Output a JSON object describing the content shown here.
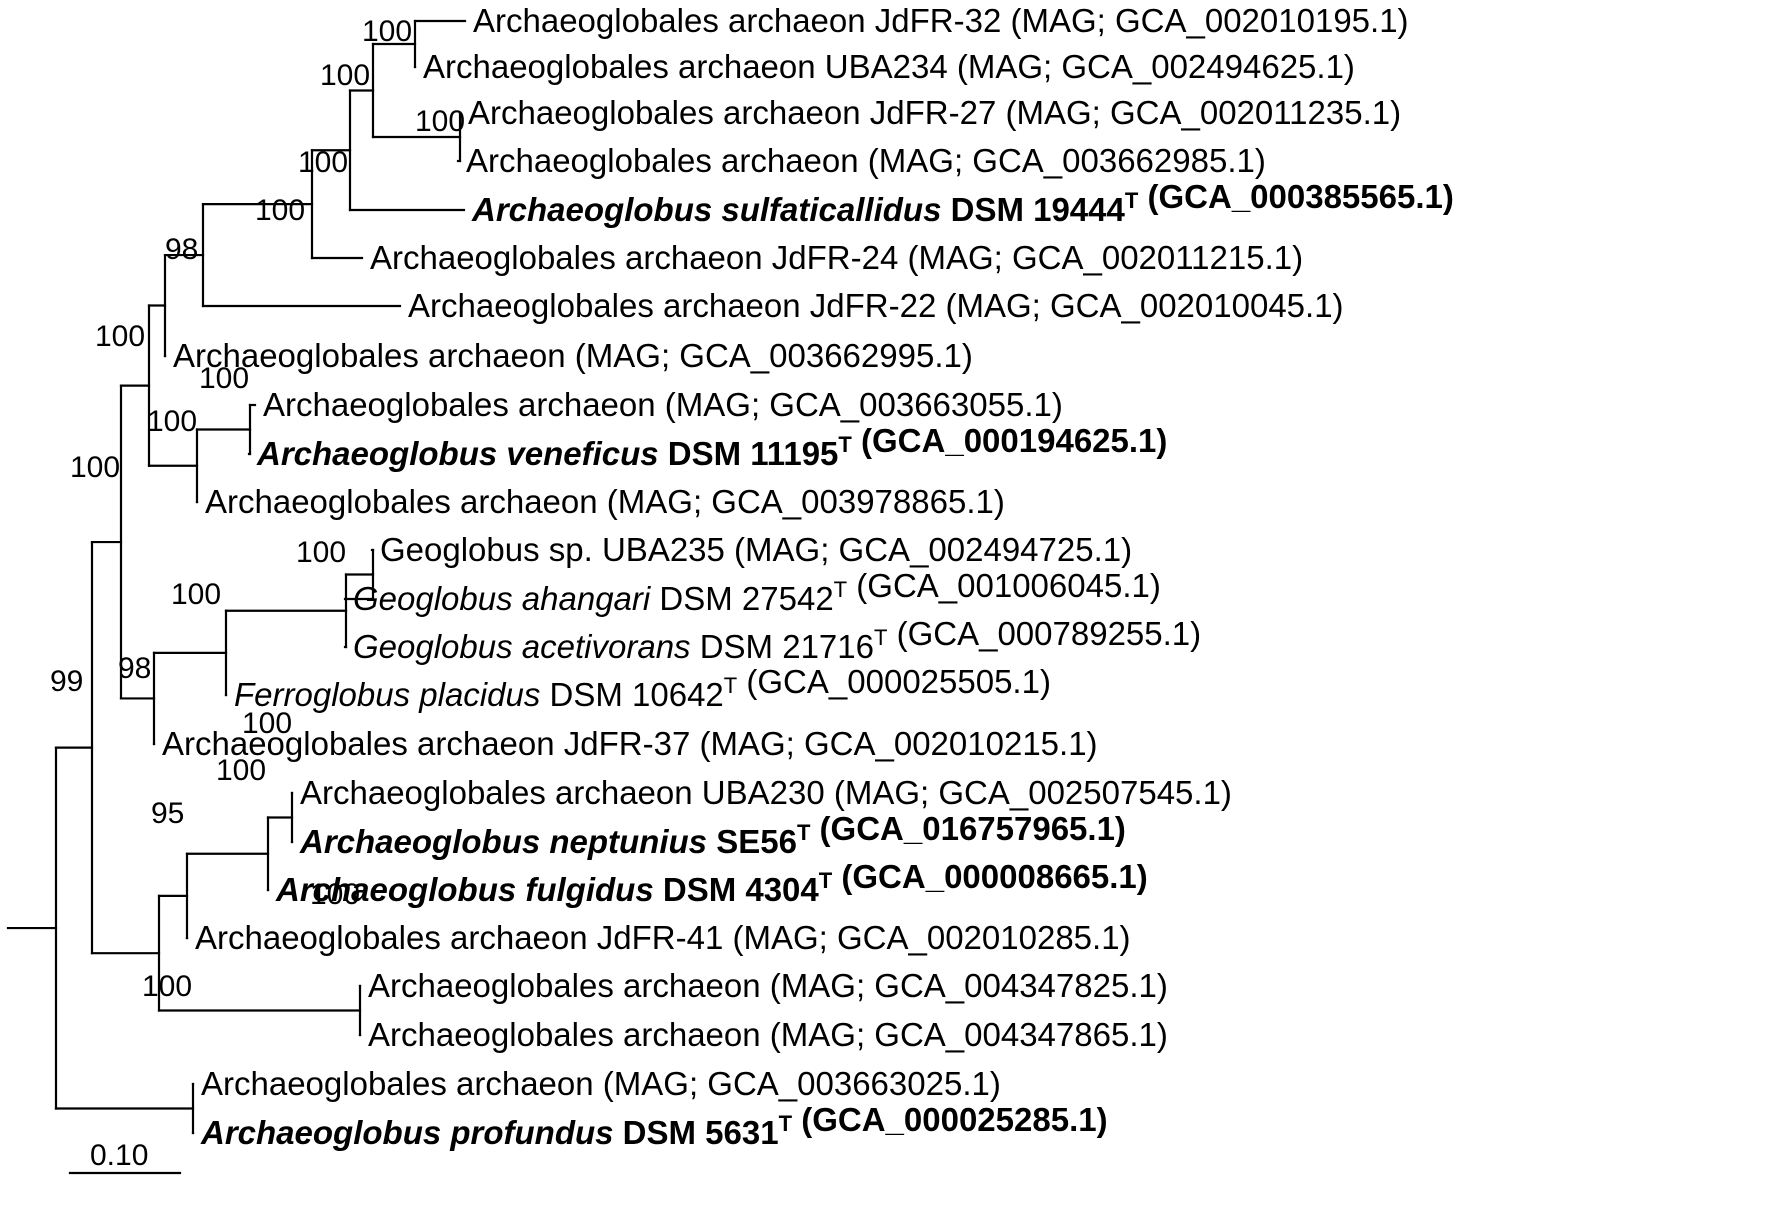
{
  "tree": {
    "leaves": [
      {
        "id": "L1",
        "bold": false,
        "parts": [
          {
            "t": "Archaeoglobales archaeon JdFR-32 (MAG; GCA_002010195.1)"
          }
        ]
      },
      {
        "id": "L2",
        "bold": false,
        "parts": [
          {
            "t": "Archaeoglobales archaeon UBA234 (MAG; GCA_002494625.1)"
          }
        ]
      },
      {
        "id": "L3",
        "bold": false,
        "parts": [
          {
            "t": "Archaeoglobales archaeon JdFR-27 (MAG; GCA_002011235.1)"
          }
        ]
      },
      {
        "id": "L4",
        "bold": false,
        "parts": [
          {
            "t": "Archaeoglobales archaeon (MAG; GCA_003662985.1)"
          }
        ]
      },
      {
        "id": "L5",
        "bold": true,
        "parts": [
          {
            "t": "Archaeoglobus sulfaticallidus",
            "i": true
          },
          {
            "t": " DSM 19444"
          },
          {
            "t": "T",
            "sup": true
          },
          {
            "t": " (GCA_000385565.1)"
          }
        ]
      },
      {
        "id": "L6",
        "bold": false,
        "parts": [
          {
            "t": "Archaeoglobales archaeon JdFR-24 (MAG; GCA_002011215.1)"
          }
        ]
      },
      {
        "id": "L7",
        "bold": false,
        "parts": [
          {
            "t": "Archaeoglobales archaeon JdFR-22 (MAG; GCA_002010045.1)"
          }
        ]
      },
      {
        "id": "L8",
        "bold": false,
        "parts": [
          {
            "t": "Archaeoglobales archaeon (MAG; GCA_003662995.1)"
          }
        ]
      },
      {
        "id": "L9",
        "bold": false,
        "parts": [
          {
            "t": "Archaeoglobales archaeon (MAG; GCA_003663055.1)"
          }
        ]
      },
      {
        "id": "L10",
        "bold": true,
        "parts": [
          {
            "t": "Archaeoglobus veneficus",
            "i": true
          },
          {
            "t": " DSM 11195"
          },
          {
            "t": "T",
            "sup": true
          },
          {
            "t": " (GCA_000194625.1)"
          }
        ]
      },
      {
        "id": "L11",
        "bold": false,
        "parts": [
          {
            "t": "Archaeoglobales archaeon (MAG; GCA_003978865.1)"
          }
        ]
      },
      {
        "id": "L12",
        "bold": false,
        "parts": [
          {
            "t": "Geoglobus sp. UBA235 (MAG; GCA_002494725.1)"
          }
        ]
      },
      {
        "id": "L13",
        "bold": false,
        "parts": [
          {
            "t": "Geoglobus ahangari",
            "i": true
          },
          {
            "t": " DSM 27542"
          },
          {
            "t": "T",
            "sup": true
          },
          {
            "t": " (GCA_001006045.1)"
          }
        ]
      },
      {
        "id": "L14",
        "bold": false,
        "parts": [
          {
            "t": "Geoglobus acetivorans",
            "i": true
          },
          {
            "t": " DSM 21716"
          },
          {
            "t": "T",
            "sup": true
          },
          {
            "t": " (GCA_000789255.1)"
          }
        ]
      },
      {
        "id": "L15",
        "bold": false,
        "parts": [
          {
            "t": "Ferroglobus placidus",
            "i": true
          },
          {
            "t": " DSM 10642"
          },
          {
            "t": "T",
            "sup": true
          },
          {
            "t": " (GCA_000025505.1)"
          }
        ]
      },
      {
        "id": "L16",
        "bold": false,
        "parts": [
          {
            "t": "Archaeoglobales archaeon JdFR-37 (MAG; GCA_002010215.1)"
          }
        ]
      },
      {
        "id": "L17",
        "bold": false,
        "parts": [
          {
            "t": "Archaeoglobales archaeon UBA230 (MAG; GCA_002507545.1)"
          }
        ]
      },
      {
        "id": "L18",
        "bold": true,
        "parts": [
          {
            "t": "Archaeoglobus neptunius",
            "i": true
          },
          {
            "t": " SE56"
          },
          {
            "t": "T",
            "sup": true
          },
          {
            "t": " (GCA_016757965.1)"
          }
        ]
      },
      {
        "id": "L19",
        "bold": true,
        "parts": [
          {
            "t": "Archaeoglobus fulgidus",
            "i": true
          },
          {
            "t": " DSM 4304"
          },
          {
            "t": "T",
            "sup": true
          },
          {
            "t": " (GCA_000008665.1)"
          }
        ]
      },
      {
        "id": "L20",
        "bold": false,
        "parts": [
          {
            "t": "Archaeoglobales archaeon JdFR-41 (MAG; GCA_002010285.1)"
          }
        ]
      },
      {
        "id": "L21",
        "bold": false,
        "parts": [
          {
            "t": "Archaeoglobales archaeon (MAG; GCA_004347825.1)"
          }
        ]
      },
      {
        "id": "L22",
        "bold": false,
        "parts": [
          {
            "t": "Archaeoglobales archaeon (MAG; GCA_004347865.1)"
          }
        ]
      },
      {
        "id": "L23",
        "bold": false,
        "parts": [
          {
            "t": "Archaeoglobales archaeon (MAG; GCA_003663025.1)"
          }
        ]
      },
      {
        "id": "L24",
        "bold": true,
        "parts": [
          {
            "t": "Archaeoglobus profundus",
            "i": true
          },
          {
            "t": " DSM 5631"
          },
          {
            "t": "T",
            "sup": true
          },
          {
            "t": " (GCA_000025285.1)"
          }
        ]
      }
    ],
    "bootstrap": [
      "100",
      "100",
      "100",
      "100",
      "98",
      "100",
      "100",
      "100",
      "100",
      "100",
      "98",
      "100",
      "100",
      "100",
      "95",
      "100",
      "100",
      "99",
      "100"
    ],
    "scale_bar": "0.10"
  }
}
